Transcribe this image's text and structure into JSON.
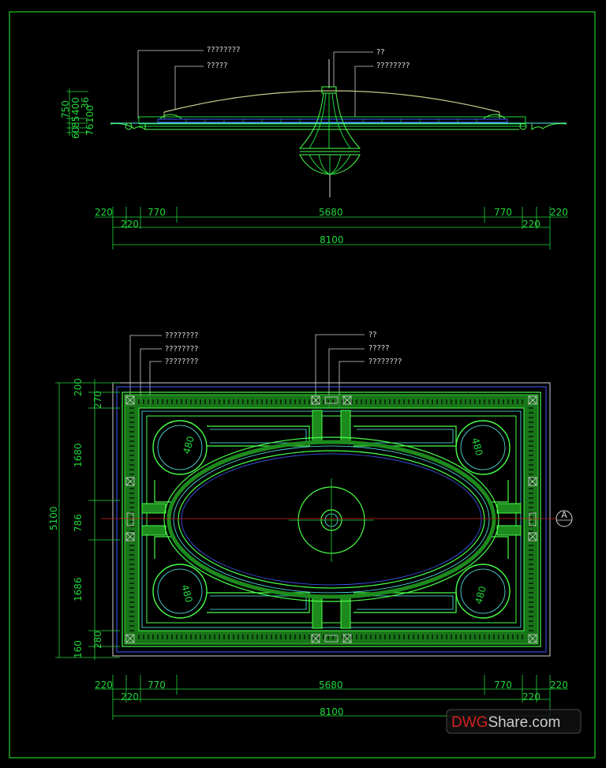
{
  "elevation": {
    "callouts": [
      "????????",
      "?????",
      "??",
      "????????"
    ],
    "vertical_dims": [
      "750",
      "60",
      "85",
      "400",
      "36",
      "76",
      "100"
    ],
    "dims_row1": [
      "220",
      "770",
      "5680",
      "770",
      "220"
    ],
    "dims_row2": [
      "220",
      "220"
    ],
    "overall": "8100"
  },
  "plan": {
    "callouts_left": [
      "????????",
      "????????",
      "????????"
    ],
    "callouts_right": [
      "??",
      "?????",
      "????????"
    ],
    "vertical_dims": [
      "200",
      "270",
      "1680",
      "786",
      "1686",
      "160",
      "280"
    ],
    "overall_vertical": "5100",
    "circle_dims": [
      "480",
      "480",
      "480",
      "480"
    ],
    "dims_row1": [
      "220",
      "770",
      "5680",
      "770",
      "220"
    ],
    "dims_row2": [
      "220",
      "220"
    ],
    "overall": "8100",
    "section_mark": "A"
  },
  "watermark": {
    "part1": "DWG",
    "part2": "Share",
    "part3": ".com"
  },
  "colors": {
    "line": "#1fd83a",
    "bright": "#48ff48",
    "fill": "#1d8a1d",
    "cyan": "#5cf0f0",
    "blue": "#3f5cff",
    "yellow": "#c8c888",
    "red": "#d42020",
    "white": "#dddddd",
    "frame": "#22cc22"
  }
}
